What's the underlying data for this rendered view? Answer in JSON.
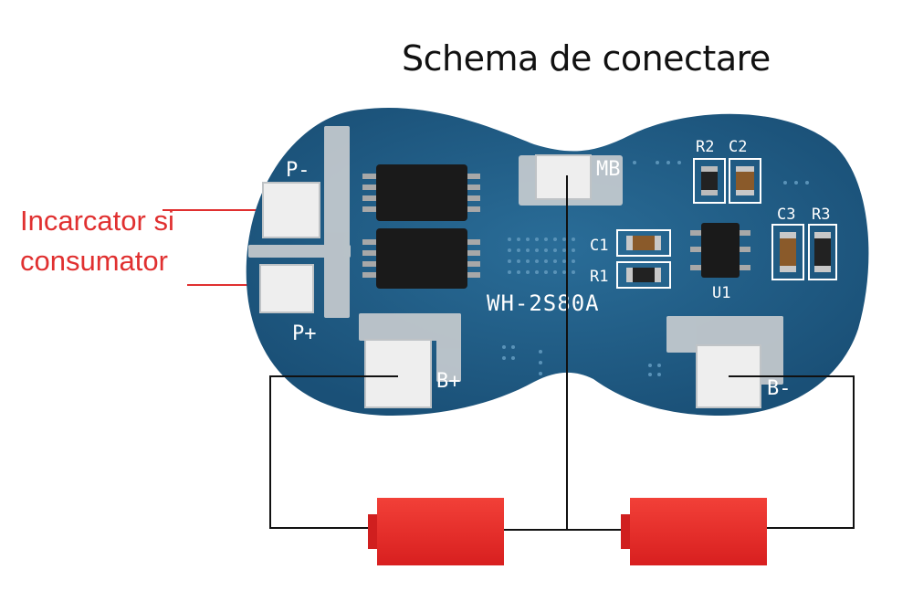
{
  "title": "Schema de conectare",
  "left_label": {
    "line1": "Incarcator si",
    "line2": "consumator"
  },
  "board": {
    "model": "WH-2S80A",
    "pads": {
      "p_minus": "P-",
      "p_plus": "P+",
      "b_plus": "B+",
      "b_minus": "B-",
      "mb": "MB"
    },
    "components": {
      "r2": "R2",
      "c2": "C2",
      "c1": "C1",
      "r1": "R1",
      "c3": "C3",
      "r3": "R3",
      "u1": "U1"
    }
  },
  "colors": {
    "pcb": "#1f5b84",
    "pad": "#e8e8e8",
    "battery": "#ee2a28",
    "label": "#e03030",
    "wire": "#111111"
  }
}
